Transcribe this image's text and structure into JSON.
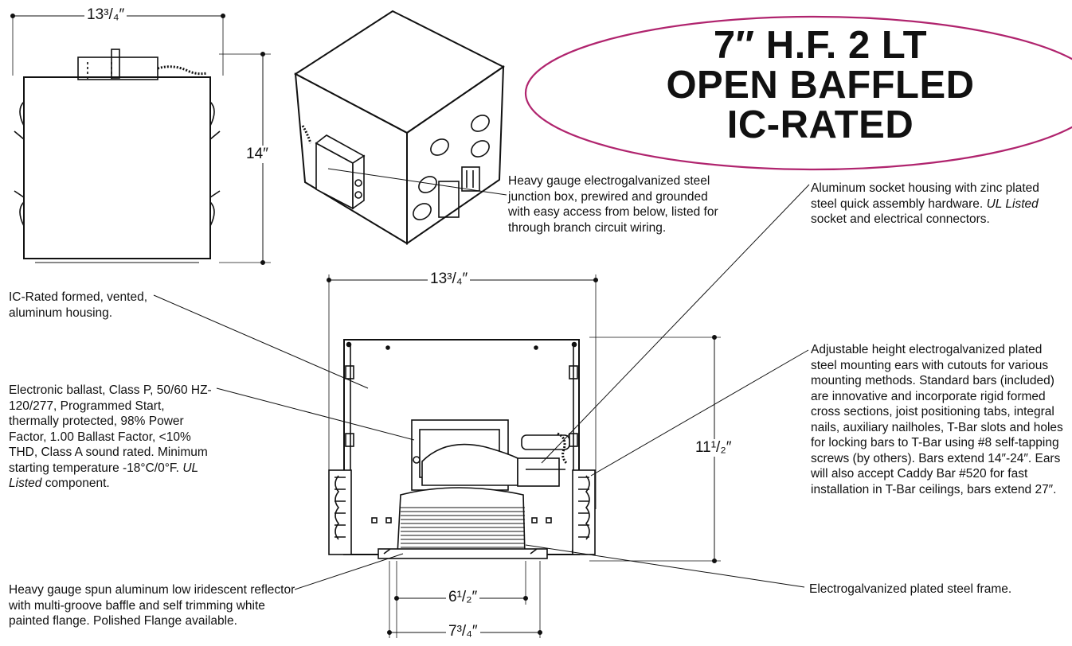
{
  "title": {
    "lines": [
      "7″ H.F. 2 LT",
      "OPEN BAFFLED",
      "IC-RATED"
    ],
    "oval_color": "#b0246e"
  },
  "dimensions": {
    "top_width": "13³/₄″",
    "side_height": "14″",
    "front_width": "13³/₄″",
    "front_height": "11¹/₂″",
    "aperture_inner": "6¹/₂″",
    "aperture_outer": "7³/₄″"
  },
  "callouts": {
    "junction_box": "Heavy gauge electrogalvanized steel junction box, prewired and grounded with easy access from below, listed for through branch circuit wiring.",
    "socket_housing": {
      "text": "Aluminum socket housing with zinc plated steel quick assembly hardware.",
      "italic": "UL Listed",
      "tail": "socket and electrical connectors."
    },
    "ic_housing": "IC-Rated formed, vented, aluminum housing.",
    "ballast": {
      "text": "Electronic ballast, Class P, 50/60 HZ-120/277, Programmed Start, thermally protected, 98% Power Factor, 1.00 Ballast Factor, <10% THD, Class A sound rated. Minimum starting temperature -18°C/0°F.",
      "italic": "UL Listed",
      "tail": "component."
    },
    "mounting_ears": "Adjustable height electrogalvanized plated steel mounting ears with cutouts for various mounting methods. Standard bars (included) are innovative and incorporate rigid formed cross sections, joist positioning tabs, integral nails, auxiliary nailholes, T-Bar slots and holes for locking bars to T-Bar using #8 self-tapping screws (by others). Bars extend 14″-24″. Ears will also accept Caddy Bar #520 for fast installation in T-Bar ceilings, bars extend 27″.",
    "reflector": "Heavy gauge spun aluminum low iridescent reflector with multi-groove baffle and self trimming white painted flange. Polished Flange available.",
    "frame": "Electrogalvanized plated steel frame."
  }
}
